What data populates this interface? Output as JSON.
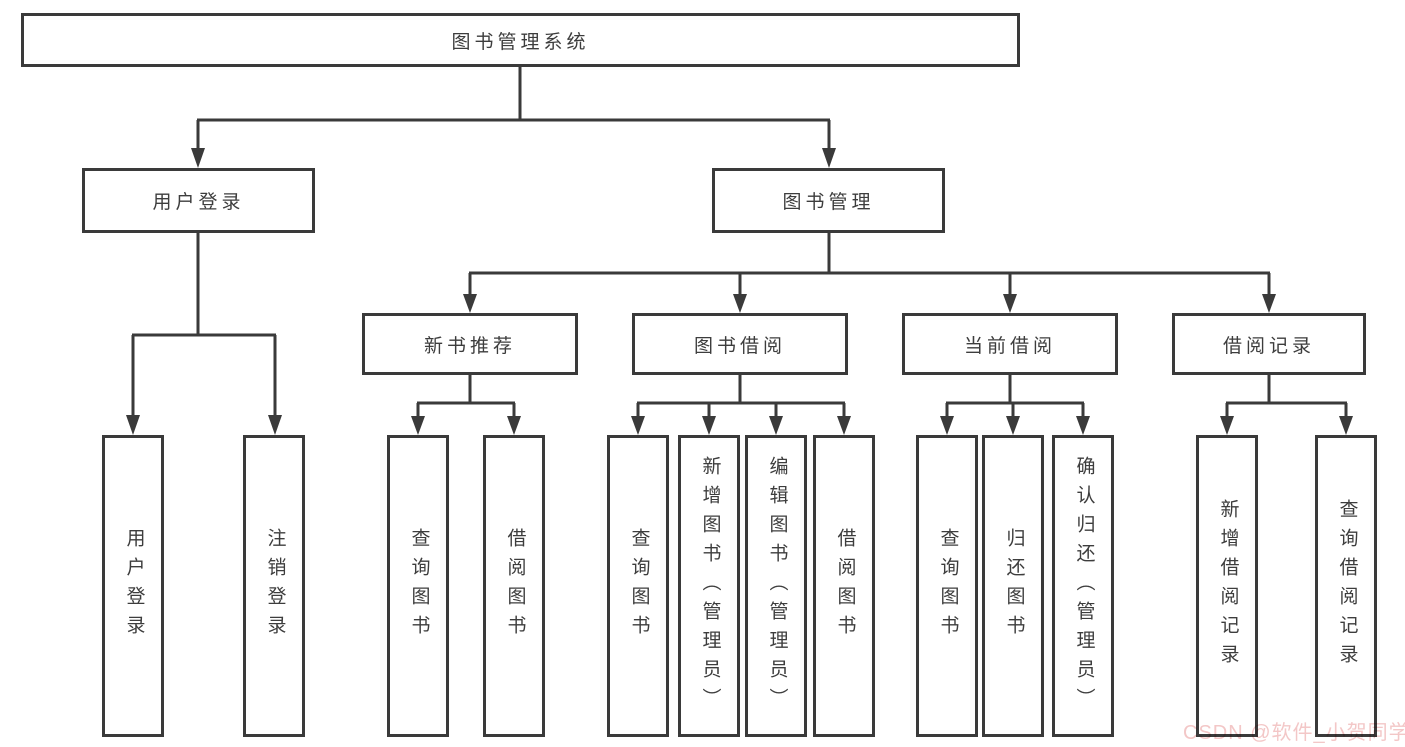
{
  "tree": {
    "root": {
      "label": "图书管理系统"
    },
    "children": [
      {
        "label": "用户登录",
        "children": [
          {
            "label": "用户登录"
          },
          {
            "label": "注销登录"
          }
        ]
      },
      {
        "label": "图书管理",
        "children": [
          {
            "label": "新书推荐",
            "children": [
              {
                "label": "查询图书"
              },
              {
                "label": "借阅图书"
              }
            ]
          },
          {
            "label": "图书借阅",
            "children": [
              {
                "label": "查询图书"
              },
              {
                "label": "新增图书（管理员）"
              },
              {
                "label": "编辑图书（管理员）"
              },
              {
                "label": "借阅图书"
              }
            ]
          },
          {
            "label": "当前借阅",
            "children": [
              {
                "label": "查询图书"
              },
              {
                "label": "归还图书"
              },
              {
                "label": "确认归还（管理员）"
              }
            ]
          },
          {
            "label": "借阅记录",
            "children": [
              {
                "label": "新增借阅记录"
              },
              {
                "label": "查询借阅记录"
              }
            ]
          }
        ]
      }
    ]
  },
  "watermark": {
    "text": "CSDN @软件_小贺同学"
  },
  "colors": {
    "line": "#3a3a3a",
    "box_border": "#3a3a3a",
    "text": "#3d3d3d",
    "watermark": "#f3c7c7",
    "background": "#ffffff"
  }
}
